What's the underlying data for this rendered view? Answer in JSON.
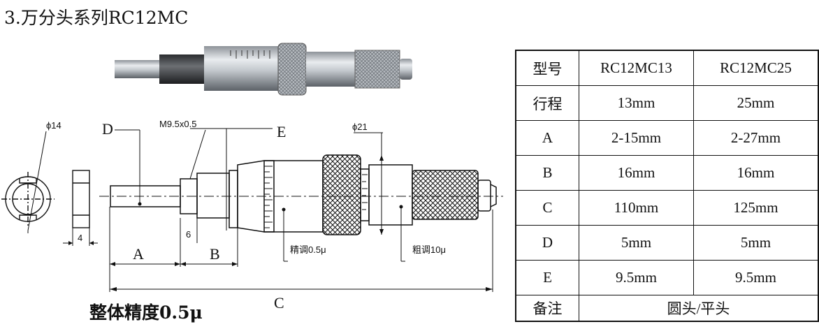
{
  "title": "3.万分头系列RC12MC",
  "accuracy": "整体精度0.5μ",
  "drawing": {
    "phi14": "ϕ14",
    "phi21": "ϕ21",
    "thread": "M9.5x0.5",
    "dim4": "4",
    "dim6": "6",
    "label_A": "A",
    "label_B": "B",
    "label_C": "C",
    "label_D": "D",
    "label_E": "E",
    "fine_adjust": "精调0.5μ",
    "coarse_adjust": "粗调10μ"
  },
  "spec_table": {
    "header": [
      "型号",
      "RC12MC13",
      "RC12MC25"
    ],
    "rows": [
      [
        "行程",
        "13mm",
        "25mm"
      ],
      [
        "A",
        "2-15mm",
        "2-27mm"
      ],
      [
        "B",
        "16mm",
        "16mm"
      ],
      [
        "C",
        "110mm",
        "125mm"
      ],
      [
        "D",
        "5mm",
        "5mm"
      ],
      [
        "E",
        "9.5mm",
        "9.5mm"
      ]
    ],
    "note_label": "备注",
    "note_value": "圆头/平头"
  }
}
